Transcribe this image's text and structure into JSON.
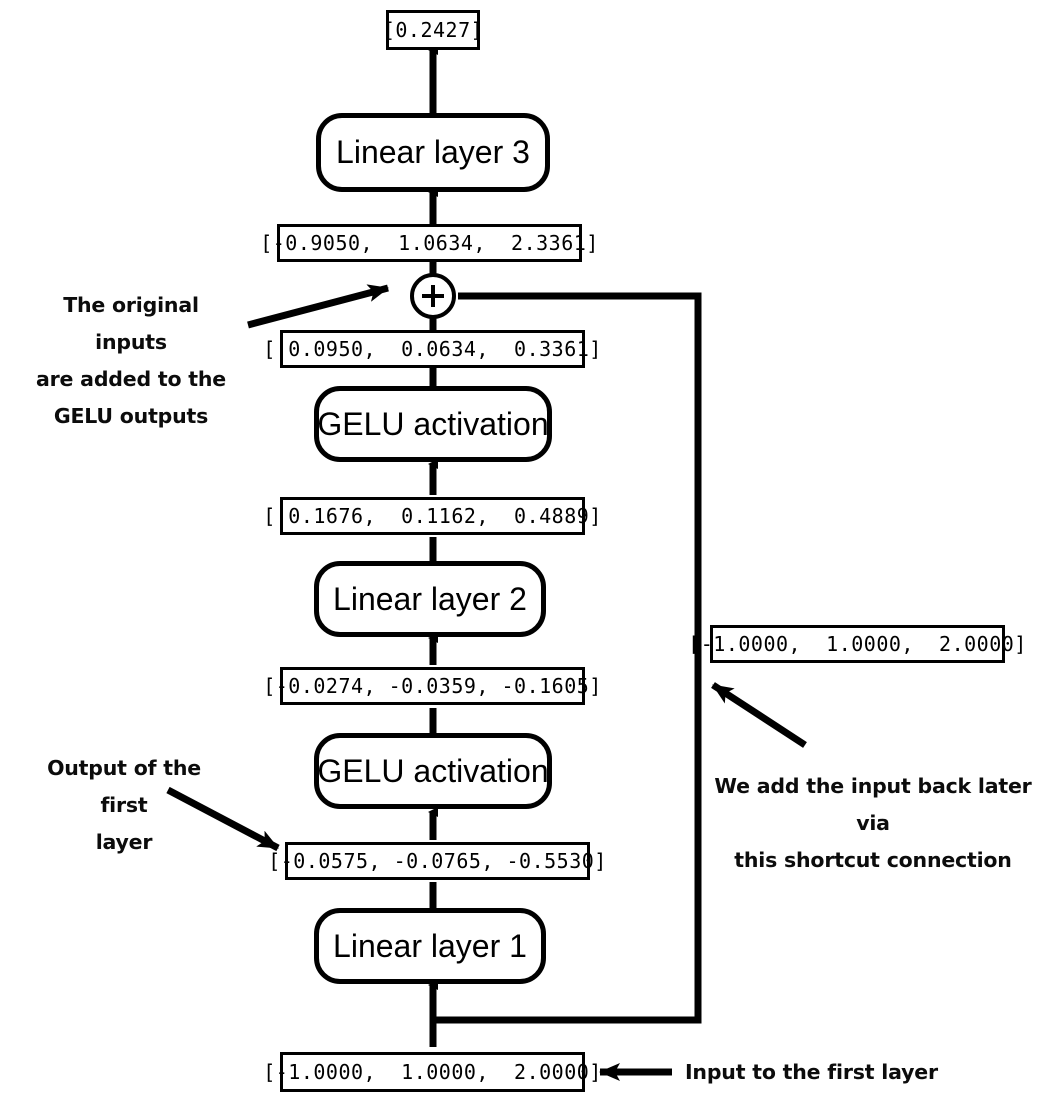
{
  "diagram": {
    "title": "Deep neural network with a shortcut (residual) connection",
    "colors": {
      "stroke": "#000000",
      "background": "#ffffff",
      "text": "#000000"
    },
    "output": {
      "label": "[0.2427]"
    },
    "layers": [
      {
        "name": "linear-layer-3",
        "label": "Linear layer 3"
      },
      {
        "name": "gelu-activation-2",
        "label": "GELU activation"
      },
      {
        "name": "linear-layer-2",
        "label": "Linear layer 2"
      },
      {
        "name": "gelu-activation-1",
        "label": "GELU activation"
      },
      {
        "name": "linear-layer-1",
        "label": "Linear layer 1"
      }
    ],
    "tensors": {
      "after_add": "[-0.9050,  1.0634,  2.3361]",
      "gelu2_out": "[ 0.0950,  0.0634,  0.3361]",
      "linear2_out": "[ 0.1676,  0.1162,  0.4889]",
      "gelu1_out": "[-0.0274, -0.0359, -0.1605]",
      "linear1_out": "[-0.0575, -0.0765, -0.5530]",
      "shortcut_copy": "[-1.0000,  1.0000,  2.0000]",
      "input": "[-1.0000,  1.0000,  2.0000]"
    },
    "annotations": {
      "original_inputs": "The original inputs\nare added to the\nGELU outputs",
      "original_inputs_lines": [
        "The original inputs",
        "are added to the",
        "GELU outputs"
      ],
      "first_layer_output_lines": [
        "Output of the first",
        "layer"
      ],
      "shortcut_lines": [
        "We add the input back later via",
        "this shortcut connection"
      ],
      "input_first_layer": "Input to the first layer"
    },
    "node_symbol": "+"
  }
}
